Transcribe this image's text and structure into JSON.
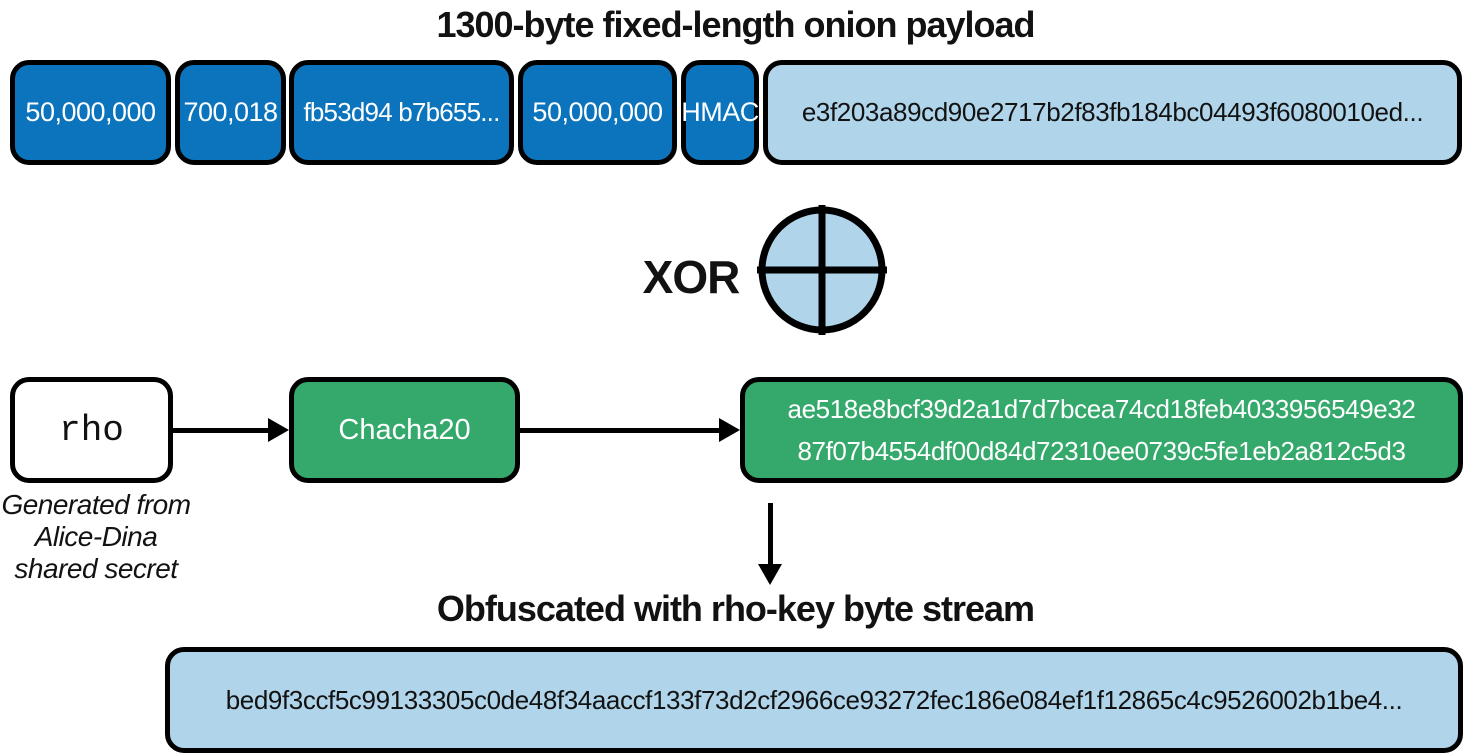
{
  "colors": {
    "dark_blue": "#0b74bc",
    "light_blue": "#b0d5eb",
    "green": "#35a96c",
    "stroke": "#000000"
  },
  "payload": {
    "title": "1300-byte fixed-length onion payload",
    "fields": [
      "50,000,000",
      "700,018",
      "fb53d94 b7b655...",
      "50,000,000",
      "HMAC"
    ],
    "encrypted_rest": "e3f203a89cd90e2717b2f83fb184bc04493f6080010ed..."
  },
  "xor_label": "XOR",
  "rho": {
    "label": "rho",
    "caption_line1": "Generated from",
    "caption_line2": "Alice-Dina",
    "caption_line3": "shared secret"
  },
  "cipher_label": "Chacha20",
  "keystream": {
    "line1": "ae518e8bcf39d2a1d7d7bcea74cd18feb4033956549e32",
    "line2": "87f07b4554df00d84d72310ee0739c5fe1eb2a812c5d3"
  },
  "output": {
    "title": "Obfuscated with rho-key byte stream",
    "value": "bed9f3ccf5c99133305c0de48f34aaccf133f73d2cf2966ce93272fec186e084ef1f12865c4c9526002b1be4..."
  }
}
